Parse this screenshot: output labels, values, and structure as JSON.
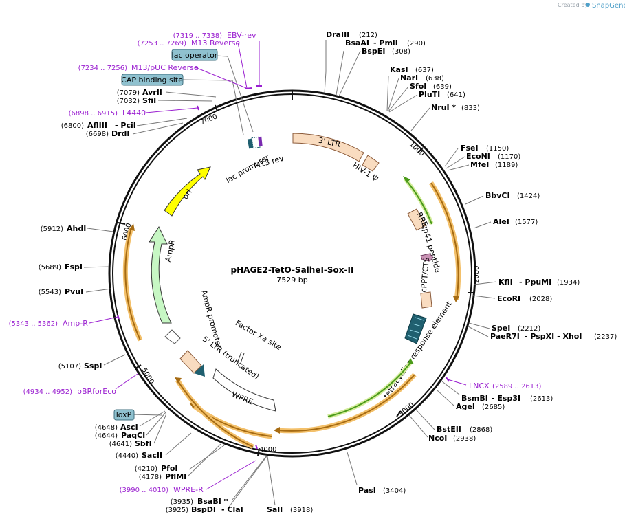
{
  "branding": {
    "created_by": "Created by",
    "product": "SnapGene"
  },
  "plasmid": {
    "name": "pHAGE2-TetO-SalheI-Sox-II",
    "length_label": "7529 bp"
  },
  "ticks": [
    "1000",
    "2000",
    "3000",
    "4000",
    "5000",
    "6000",
    "7000"
  ],
  "sites": [
    {
      "name": "DraIII",
      "pos": "(212)"
    },
    {
      "name": "BsaAI",
      "extra": "- PmlI",
      "pos": "(290)"
    },
    {
      "name": "BspEI",
      "pos": "(308)"
    },
    {
      "name": "KasI",
      "pos": "(637)"
    },
    {
      "name": "NarI",
      "pos": "(638)"
    },
    {
      "name": "SfoI",
      "pos": "(639)"
    },
    {
      "name": "PluTI",
      "pos": "(641)"
    },
    {
      "name": "NruI *",
      "pos": "(833)"
    },
    {
      "name": "FseI",
      "pos": "(1150)"
    },
    {
      "name": "EcoNI",
      "pos": "(1170)"
    },
    {
      "name": "MfeI",
      "pos": "(1189)"
    },
    {
      "name": "BbvCI",
      "pos": "(1424)"
    },
    {
      "name": "AleI",
      "pos": "(1577)"
    },
    {
      "name": "KflI",
      "extra": "- PpuMI",
      "pos": "(1934)"
    },
    {
      "name": "EcoRI",
      "pos": "(2028)"
    },
    {
      "name": "SpeI",
      "pos": "(2212)"
    },
    {
      "name": "PaeR7I",
      "extra": "- PspXI  - XhoI",
      "pos": "(2237)"
    },
    {
      "name": "BsmBI",
      "extra": "- Esp3I",
      "pos": "(2613)"
    },
    {
      "name": "AgeI",
      "pos": "(2685)"
    },
    {
      "name": "BstEII",
      "pos": "(2868)"
    },
    {
      "name": "NcoI",
      "pos": "(2938)"
    },
    {
      "name": "PasI",
      "pos": "(3404)"
    },
    {
      "name": "SalI",
      "pos": "(3918)"
    },
    {
      "name": "BsaBI *",
      "pos": "(3935)"
    },
    {
      "name": "BspDI",
      "extra": "- ClaI",
      "pos": "(3925)"
    },
    {
      "name": "PfoI",
      "pos": "(4210)"
    },
    {
      "name": "PflMI",
      "pos": "(4178)"
    },
    {
      "name": "SacII",
      "pos": "(4440)"
    },
    {
      "name": "AscI",
      "pos": "(4648)"
    },
    {
      "name": "PaqCI",
      "pos": "(4644)"
    },
    {
      "name": "SbfI",
      "pos": "(4641)"
    },
    {
      "name": "SspI",
      "pos": "(5107)"
    },
    {
      "name": "PvuI",
      "pos": "(5543)"
    },
    {
      "name": "FspI",
      "pos": "(5689)"
    },
    {
      "name": "AhdI",
      "pos": "(5912)"
    },
    {
      "name": "DrdI",
      "pos": "(6698)"
    },
    {
      "name": "AflIII",
      "extra": "- PciI",
      "pos": "(6800)"
    },
    {
      "name": "SfiI",
      "pos": "(7032)"
    },
    {
      "name": "AvrII",
      "pos": "(7079)"
    }
  ],
  "primers": [
    {
      "name": "EBV-rev",
      "range": "(7319 .. 7338)"
    },
    {
      "name": "M13 Reverse",
      "range": "(7253 .. 7269)"
    },
    {
      "name": "M13/pUC Reverse",
      "range": "(7234 .. 7256)"
    },
    {
      "name": "L4440",
      "range": "(6898 .. 6915)"
    },
    {
      "name": "Amp-R",
      "range": "(5343 .. 5362)"
    },
    {
      "name": "pBRforEco",
      "range": "(4934 .. 4952)"
    },
    {
      "name": "WPRE-R",
      "range": "(3990 .. 4010)"
    },
    {
      "name": "LNCX",
      "range": "(2589 .. 2613)"
    }
  ],
  "boxed_features": [
    "lac operator",
    "CAP binding site",
    "loxP"
  ],
  "features": {
    "ltr3": "3' LTR",
    "hiv": "HIV-1 Ψ",
    "rre": "RRE",
    "gp41": "gp41 peptide",
    "cppt": "cPPT/CTS",
    "tre": "tetracycline response element",
    "wpre": "WPRE",
    "factor_xa": "Factor Xa site",
    "ltr5": "5' LTR (truncated)",
    "ampr_promoter": "AmpR promoter",
    "ampr": "AmpR",
    "ori": "ori",
    "lac_promoter": "lac promoter",
    "m13rev": "M13 rev"
  },
  "colors": {
    "backbone": "#111111",
    "primer": "#9a1fd0",
    "ltr": "#f9dcc0",
    "ori": "#ffff00",
    "ampr": "#c7f7c4",
    "green_arrow": "#4a9a1a",
    "orange_halo": "#f3c06a",
    "brown_arrow": "#a66b12",
    "boxed_fill": "#8fc1cf"
  }
}
